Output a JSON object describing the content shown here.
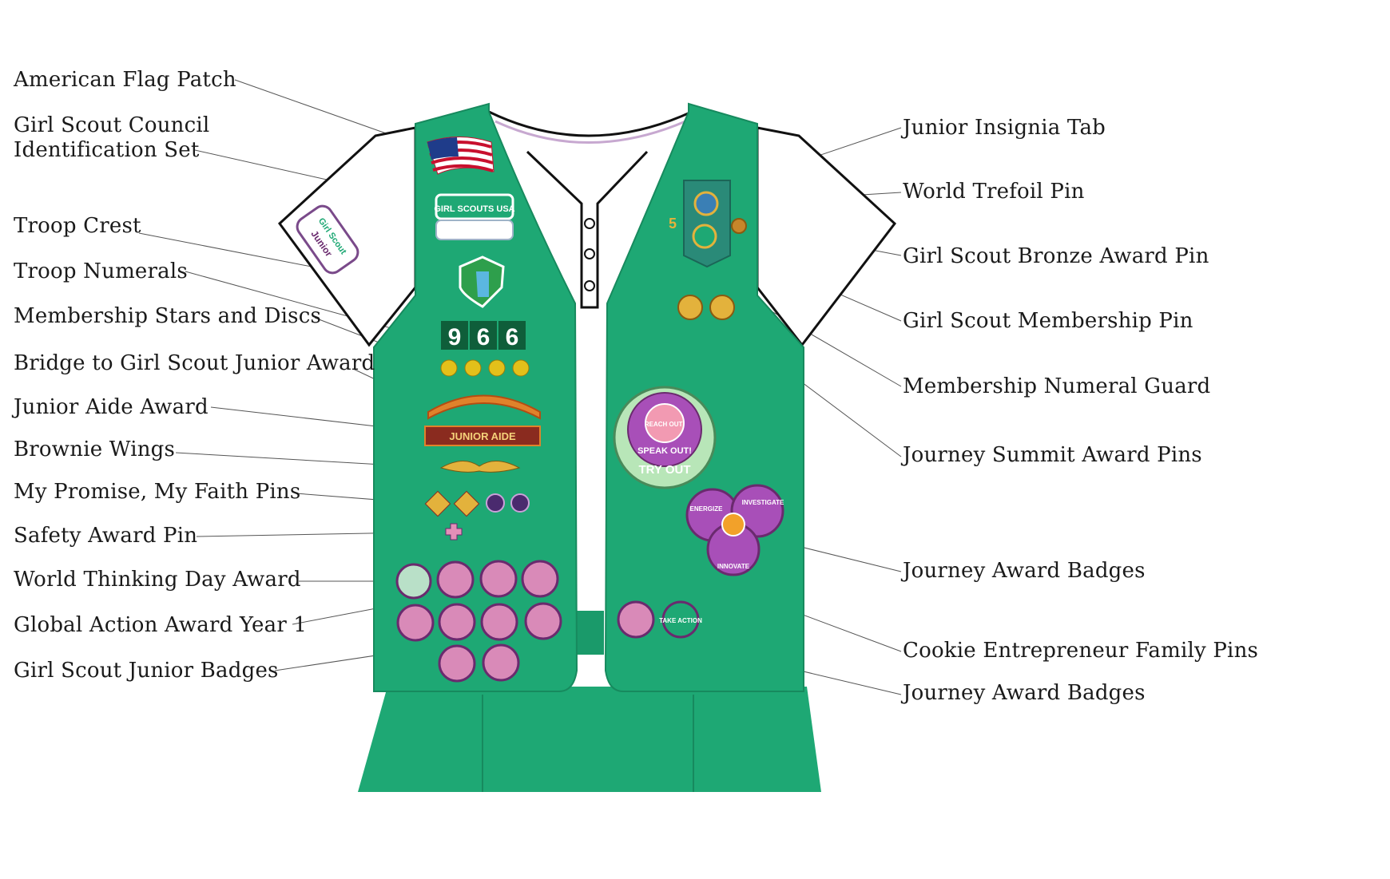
{
  "colors": {
    "vest_green": "#1ea874",
    "vest_shadow": "#178a5e",
    "shirt_white": "#ffffff",
    "outline": "#111111",
    "leader_line": "#555555",
    "badge_pink": "#d98ab8",
    "badge_purple": "#6a2a6e",
    "gold": "#e3b23c"
  },
  "labels": {
    "left": [
      "American Flag Patch",
      "Girl Scout Council",
      "Identification Set",
      "Troop Crest",
      "Troop Numerals",
      "Membership Stars and Discs",
      "Bridge to Girl Scout Junior Award",
      "Junior Aide Award",
      "Brownie Wings",
      "My Promise, My Faith Pins",
      "Safety Award Pin",
      "World Thinking Day Award",
      "Global Action Award Year 1",
      "Girl Scout Junior Badges"
    ],
    "right": [
      "Junior Insignia Tab",
      "World Trefoil Pin",
      "Girl Scout Bronze Award Pin",
      "Girl Scout Membership Pin",
      "Membership Numeral Guard",
      "Journey Summit Award Pins",
      "Journey Award Badges",
      "Cookie Entrepreneur Family Pins",
      "Journey Award Badges"
    ]
  },
  "vest_text": {
    "sleeve_patch_line1": "Girl Scout",
    "sleeve_patch_line2": "Junior",
    "id_set": "GIRL SCOUTS USA",
    "troop_numerals": [
      "9",
      "6",
      "6"
    ],
    "junior_aide": "JUNIOR AIDE",
    "numeral_guard": "5",
    "summit_outer": "TRY OUT",
    "summit_mid": "SPEAK OUT!",
    "summit_inner": "REACH OUT!",
    "journey_words": [
      "ENERGIZE",
      "INVESTIGATE",
      "INNOVATE"
    ],
    "take_action": "TAKE ACTION"
  }
}
